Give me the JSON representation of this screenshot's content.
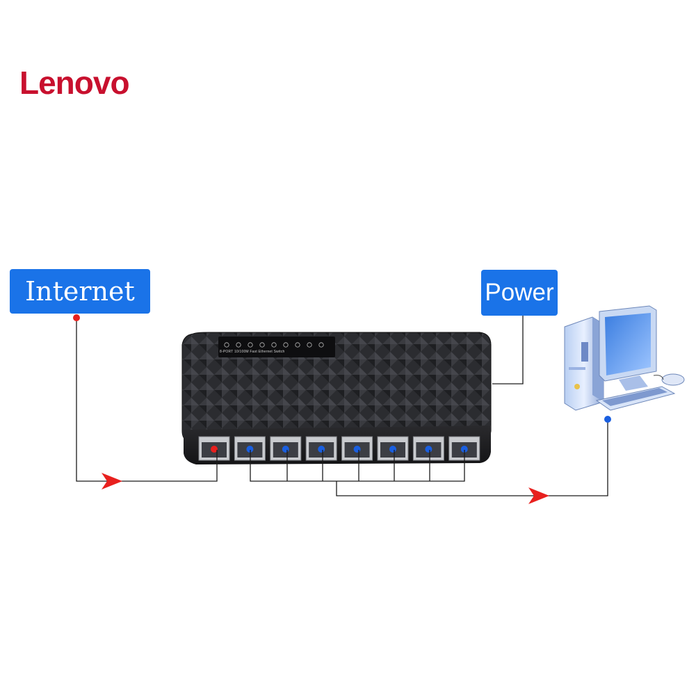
{
  "brand": {
    "logo_text": "Lenovo",
    "logo_color": "#c8102e"
  },
  "labels": {
    "internet": "Internet",
    "power": "Power"
  },
  "switch": {
    "model_text": "8-PORT 10/100M Fast Ethernet Switch",
    "port_count": 8,
    "uplink_port": 1
  },
  "colors": {
    "label_bg": "#1a73e8",
    "line": "#1a1a1a",
    "arrow": "#e8201e",
    "uplink_dot": "#e8201e",
    "port_dot": "#1a5fe0",
    "switch_body": "#2b2c30"
  },
  "icons": [
    "network-switch-icon",
    "desktop-computer-icon",
    "arrow-icon"
  ]
}
